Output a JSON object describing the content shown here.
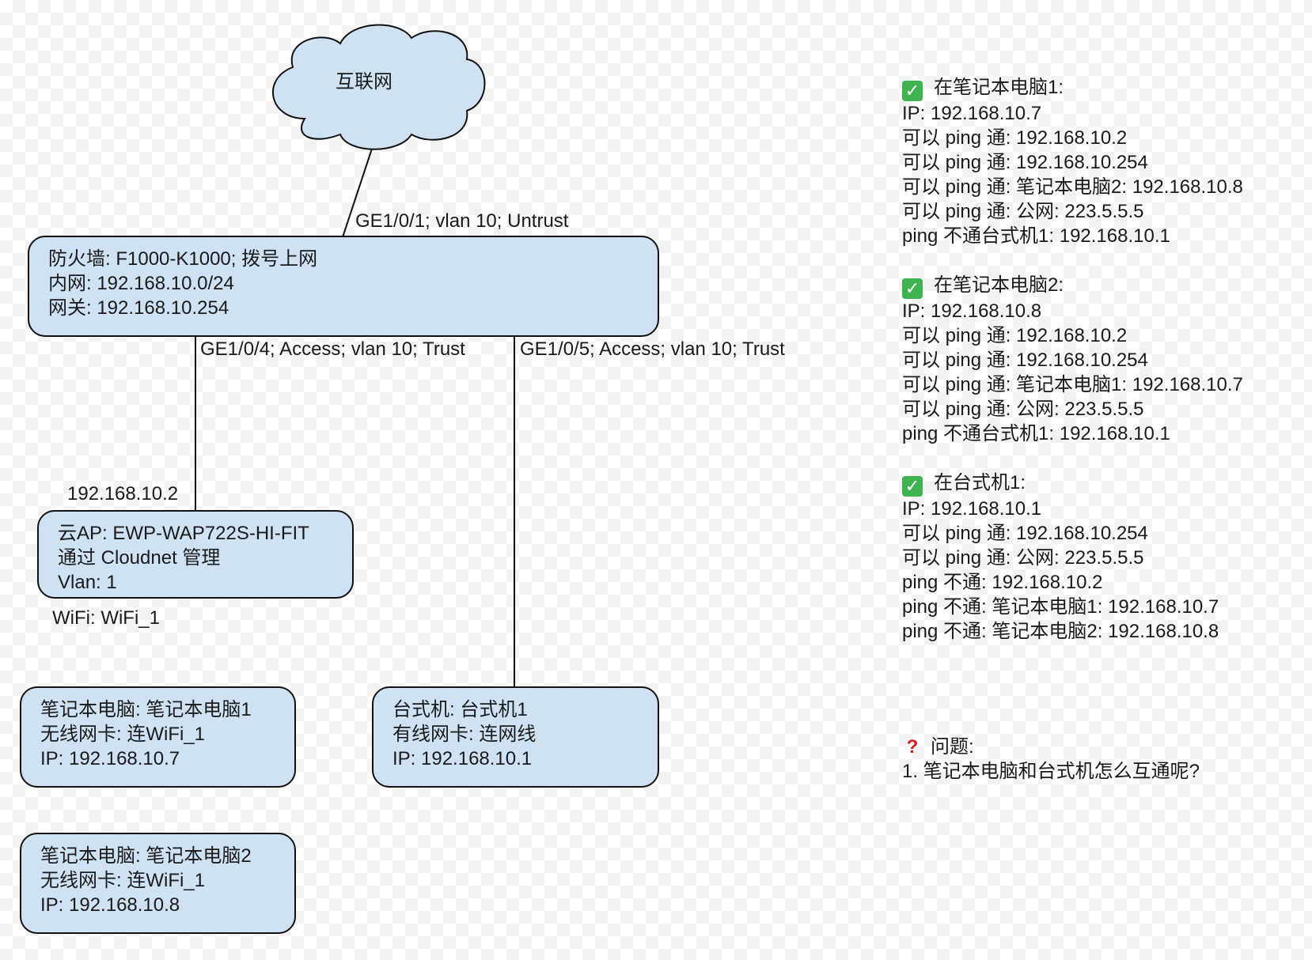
{
  "cloud": {
    "label": "互联网"
  },
  "links": {
    "wan": "GE1/0/1; vlan 10; Untrust",
    "port4": "GE1/0/4; Access; vlan 10; Trust",
    "port5": "GE1/0/5; Access; vlan 10; Trust",
    "ap_ip": "192.168.10.2",
    "wifi": "WiFi: WiFi_1"
  },
  "firewall": {
    "lines": [
      "防火墙: F1000-K1000; 拨号上网",
      "内网: 192.168.10.0/24",
      "网关: 192.168.10.254"
    ]
  },
  "ap": {
    "lines": [
      "云AP: EWP-WAP722S-HI-FIT",
      "通过 Cloudnet 管理",
      "Vlan: 1"
    ]
  },
  "laptop1": {
    "lines": [
      "笔记本电脑: 笔记本电脑1",
      "无线网卡: 连WiFi_1",
      "IP: 192.168.10.7"
    ]
  },
  "laptop2": {
    "lines": [
      "笔记本电脑: 笔记本电脑2",
      "无线网卡: 连WiFi_1",
      "IP: 192.168.10.8"
    ]
  },
  "desktop1": {
    "lines": [
      "台式机: 台式机1",
      "有线网卡: 连网线",
      "IP: 192.168.10.1"
    ]
  },
  "notes": {
    "check_icon": "check-icon",
    "question_icon": "question-icon",
    "sections": [
      {
        "title": "在笔记本电脑1:",
        "items": [
          "IP: 192.168.10.7",
          "可以 ping 通: 192.168.10.2",
          "可以 ping 通: 192.168.10.254",
          "可以 ping 通: 笔记本电脑2: 192.168.10.8",
          "可以 ping 通: 公网: 223.5.5.5",
          "ping 不通台式机1: 192.168.10.1"
        ]
      },
      {
        "title": "在笔记本电脑2:",
        "items": [
          "IP: 192.168.10.8",
          "可以 ping 通: 192.168.10.2",
          "可以 ping 通: 192.168.10.254",
          "可以 ping 通: 笔记本电脑1: 192.168.10.7",
          "可以 ping 通: 公网: 223.5.5.5",
          "ping 不通台式机1: 192.168.10.1"
        ]
      },
      {
        "title": "在台式机1:",
        "items": [
          "IP: 192.168.10.1",
          "可以 ping 通: 192.168.10.254",
          "可以 ping 通: 公网: 223.5.5.5",
          "ping 不通: 192.168.10.2",
          "ping 不通: 笔记本电脑1: 192.168.10.7",
          "ping 不通: 笔记本电脑2: 192.168.10.8"
        ]
      }
    ],
    "question": {
      "title": "问题:",
      "items": [
        "1. 笔记本电脑和台式机怎么互通呢?"
      ]
    }
  },
  "colors": {
    "node_fill": "#cfe2f3",
    "stroke": "#111111",
    "check": "#3fb34f",
    "question": "#d21f1f"
  }
}
